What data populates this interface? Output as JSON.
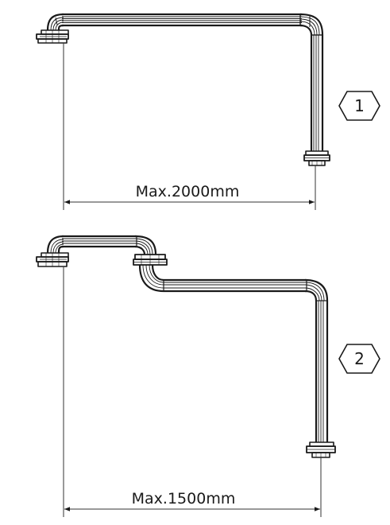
{
  "figure_1": {
    "dimension_label": "Max.2000mm",
    "badge_label": "1"
  },
  "figure_2": {
    "dimension_label": "Max.1500mm",
    "badge_label": "2"
  },
  "colors": {
    "line": "#1a1a1a",
    "background": "#ffffff"
  }
}
